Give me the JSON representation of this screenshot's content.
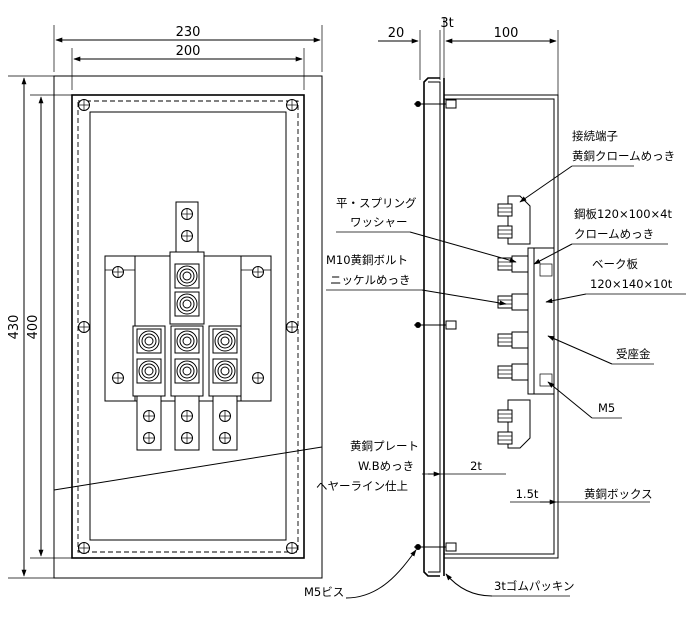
{
  "dimensions": {
    "front_width_outer": "230",
    "front_width_inner": "200",
    "front_height_outer": "430",
    "front_height_inner": "400",
    "side_offset": "20",
    "side_plate": "3t",
    "side_depth": "100",
    "plate_thickness": "2t",
    "box_thickness": "1.5t"
  },
  "labels": {
    "terminal_line1": "接続端子",
    "terminal_line2": "黄銅クロームめっき",
    "washer_line1": "平・スプリング",
    "washer_line2": "ワッシャー",
    "steel_line1": "鋼板120×100×4t",
    "steel_line2": "クロームめっき",
    "bolt_line1": "M10黄銅ボルト",
    "bolt_line2": "ニッケルめっき",
    "bakelite_line1": "ベーク板",
    "bakelite_line2": "120×140×10t",
    "bracket": "受座金",
    "m5": "M5",
    "brass_plate_line1": "黄銅プレート",
    "brass_plate_line2": "W.Bめっき",
    "brass_plate_line3": "ヘヤーライン仕上",
    "brass_box": "黄銅ボックス",
    "m5_screw": "M5ビス",
    "rubber_packing": "3tゴムパッキン"
  }
}
